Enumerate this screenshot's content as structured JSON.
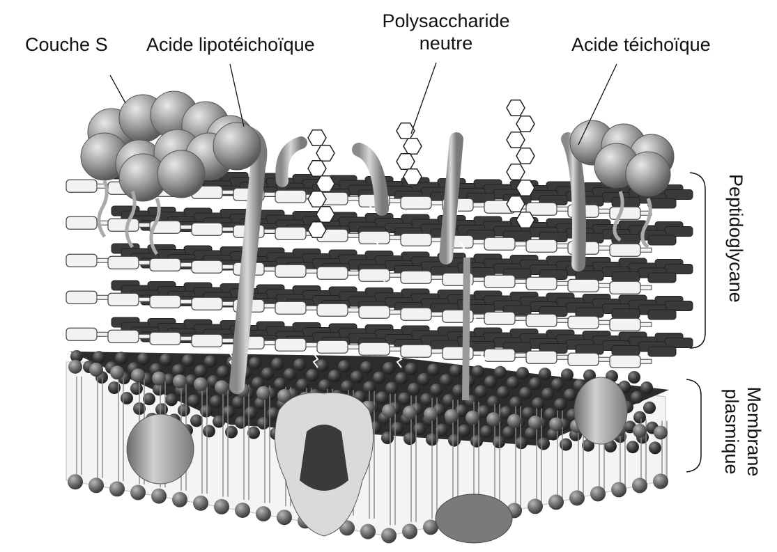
{
  "labels": {
    "s_layer": "Couche S",
    "lipoteichoic_acid": "Acide lipotéichoïque",
    "neutral_polysaccharide_line1": "Polysaccharide",
    "neutral_polysaccharide_line2": "neutre",
    "teichoic_acid": "Acide téichoïque",
    "peptidoglycan": "Peptidoglycane",
    "plasma_membrane_line1": "Membrane",
    "plasma_membrane_line2": "plasmique"
  },
  "colors": {
    "ink": "#111111",
    "membrane_head_dark": "#4a4a4a",
    "membrane_head": "#8a8a8a",
    "peptidoglycan_light": "#f2f2f2",
    "peptidoglycan_dark": "#3a3a3a",
    "protein_gray": "#9a9a9a"
  }
}
